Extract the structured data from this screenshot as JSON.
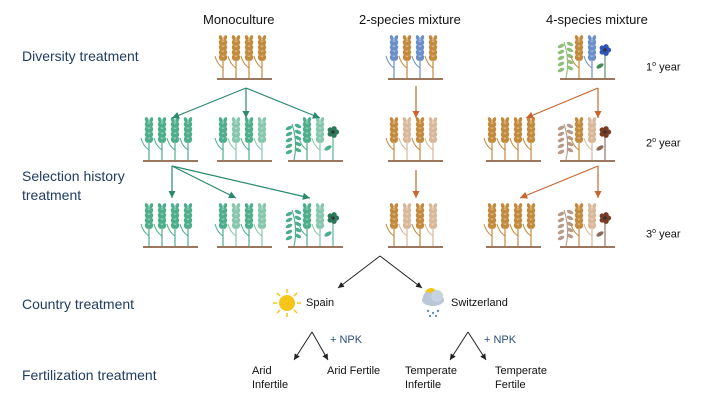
{
  "columns": {
    "monoculture": "Monoculture",
    "two_species": "2-species mixture",
    "four_species": "4-species mixture"
  },
  "rows": {
    "diversity": "Diversity treatment",
    "selection_line1": "Selection history",
    "selection_line2": "treatment",
    "country": "Country treatment",
    "fertilization": "Fertilization treatment"
  },
  "years": {
    "y1_num": "1",
    "y1_sup": "o",
    "y1_word": " year",
    "y2_num": "2",
    "y2_sup": "o",
    "y2_word": " year",
    "y3_num": "3",
    "y3_sup": "o",
    "y3_word": " year"
  },
  "countries": {
    "spain": "Spain",
    "switzerland": "Switzerland"
  },
  "fertilizer": {
    "npk_left": "+ NPK",
    "npk_right": "+ NPK"
  },
  "outcomes": {
    "arid_infertile_1": "Arid",
    "arid_infertile_2": "Infertile",
    "arid_fertile": "Arid Fertile",
    "temperate_infertile_1": "Temperate",
    "temperate_infertile_2": "Infertile",
    "temperate_fertile_1": "Temperate",
    "temperate_fertile_2": "Fertile"
  },
  "colors": {
    "row_label": "#1f3d63",
    "green_arrow": "#2a8a6c",
    "orange_arrow": "#c9652c",
    "ground": "#7a4a2a",
    "wheat_tan": "#c48a3c",
    "wheat_green": "#4cae8a",
    "wheat_blue": "#6b8fc8",
    "flower_blue": "#2f55b8",
    "flower_brown": "#7a3b24",
    "sun": "#f5c518",
    "cloud": "#b9c7d6"
  },
  "icons": {
    "spain": "sun-icon",
    "switzerland": "cloud-rain-icon"
  }
}
